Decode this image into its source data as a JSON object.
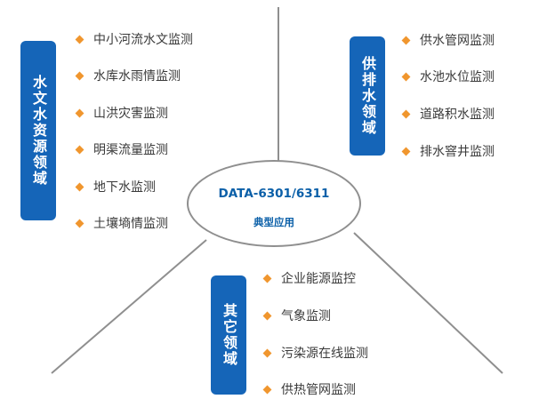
{
  "center": {
    "title": "DATA-6301/6311",
    "subtitle": "典型应用"
  },
  "groups": [
    {
      "label": "水文水资源领域",
      "items": [
        "中小河流水文监测",
        "水库水雨情监测",
        "山洪灾害监测",
        "明渠流量监测",
        "地下水监测",
        "土壤墒情监测"
      ]
    },
    {
      "label": "供排水领域",
      "items": [
        "供水管网监测",
        "水池水位监测",
        "道路积水监测",
        "排水窨井监测"
      ]
    },
    {
      "label": "其它领域",
      "items": [
        "企业能源监控",
        "气象监测",
        "污染源在线监测",
        "供热管网监测"
      ]
    }
  ],
  "colors": {
    "badge": "#1565b8",
    "bullet": "#f0962e",
    "hub_text": "#0a5fa8",
    "line": "#8f8f8f",
    "item_text": "#3a3a3a"
  }
}
